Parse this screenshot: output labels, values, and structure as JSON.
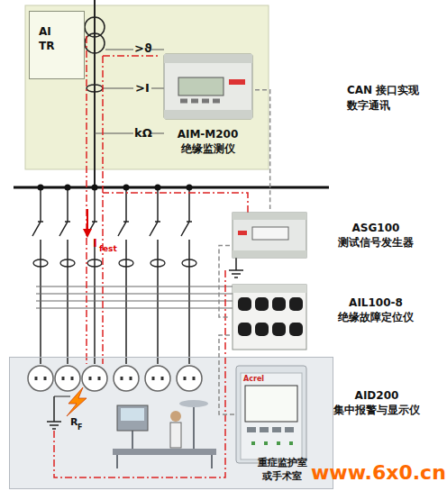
{
  "diagram": {
    "nodes": [
      {
        "text": [
          "AI TR"
        ]
      },
      {
        "text": [
          "AIM-M200 绝缘监测仪"
        ]
      },
      {
        "text": [
          "ASG100 测试信号发生器"
        ]
      },
      {
        "text": [
          "AIL100-8 绝缘故障定位仪"
        ]
      },
      {
        "text": [
          "AID200 集中报警与显示仪"
        ]
      },
      {
        "text": [
          "重症监护室 或手术室"
        ]
      }
    ],
    "edges": [
      {
        "from": 1,
        "to": 2,
        "arrow": "none"
      },
      {
        "from": 2,
        "to": 3,
        "arrow": "none"
      },
      {
        "from": 3,
        "to": 4,
        "arrow": "none"
      }
    ],
    "labels": [
      "CAN 接口实现 数字通讯",
      ">ϑ",
      ">I",
      "kΩ",
      "I",
      "fest",
      "R",
      "F",
      "Acrel",
      "www.6x0.cn"
    ]
  }
}
